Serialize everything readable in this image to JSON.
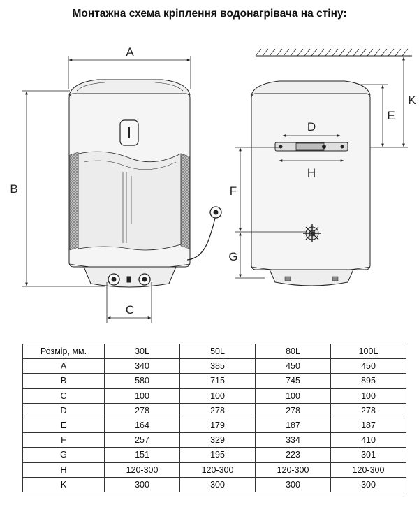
{
  "title": "Монтажна схема кріплення водонагрівача на стіну:",
  "dimension_labels": {
    "a": "A",
    "b": "B",
    "c": "C",
    "d": "D",
    "e": "E",
    "f": "F",
    "g": "G",
    "h": "H",
    "k": "K"
  },
  "table": {
    "headers": [
      "Розмір, мм.",
      "30L",
      "50L",
      "80L",
      "100L"
    ],
    "rows": [
      [
        "A",
        "340",
        "385",
        "450",
        "450"
      ],
      [
        "B",
        "580",
        "715",
        "745",
        "895"
      ],
      [
        "C",
        "100",
        "100",
        "100",
        "100"
      ],
      [
        "D",
        "278",
        "278",
        "278",
        "278"
      ],
      [
        "E",
        "164",
        "179",
        "187",
        "187"
      ],
      [
        "F",
        "257",
        "329",
        "334",
        "410"
      ],
      [
        "G",
        "151",
        "195",
        "223",
        "301"
      ],
      [
        "H",
        "120-300",
        "120-300",
        "120-300",
        "120-300"
      ],
      [
        "K",
        "300",
        "300",
        "300",
        "300"
      ]
    ]
  },
  "colors": {
    "line": "#222222",
    "fill": "#f4f4f4",
    "mesh": "#9a9a9a"
  }
}
